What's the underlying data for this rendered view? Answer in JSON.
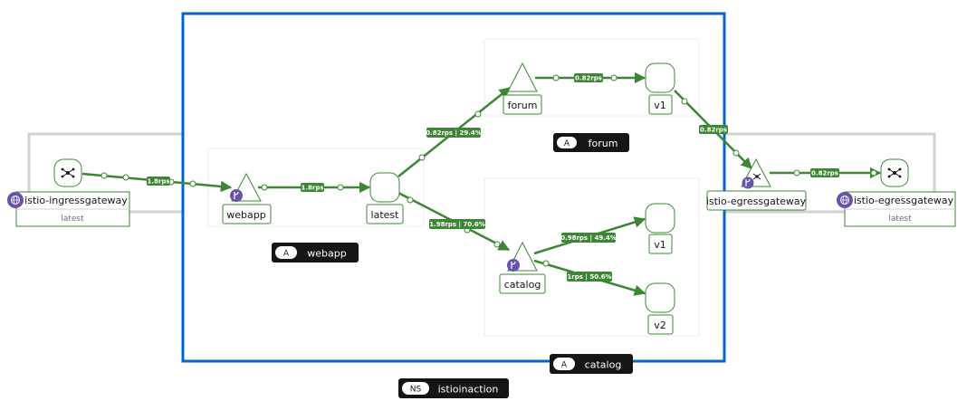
{
  "namespace": {
    "badge": "NS",
    "name": "istioinaction"
  },
  "apps": {
    "webapp": {
      "badge": "A",
      "name": "webapp"
    },
    "forum": {
      "badge": "A",
      "name": "forum"
    },
    "catalog": {
      "badge": "A",
      "name": "catalog"
    }
  },
  "nodes": {
    "ingress": {
      "name": "istio-ingressgateway",
      "version": "latest"
    },
    "egress_left": {
      "name": "istio-egressgateway"
    },
    "egress_right": {
      "name": "istio-egressgateway",
      "version": "latest"
    },
    "webapp_service": {
      "name": "webapp"
    },
    "webapp_latest": {
      "name": "latest"
    },
    "forum_service": {
      "name": "forum"
    },
    "forum_v1": {
      "name": "v1"
    },
    "catalog_service": {
      "name": "catalog"
    },
    "catalog_v1": {
      "name": "v1"
    },
    "catalog_v2": {
      "name": "v2"
    }
  },
  "edges": {
    "ingress_to_webapp": "1.8rps",
    "webapp_to_latest": "1.8rps",
    "latest_to_forum": "0.82rps | 29.4%",
    "forum_to_v1": "0.82rps",
    "v1_to_egress": "0.82rps",
    "egress_to_egress": "0.82rps",
    "latest_to_catalog": "1.98rps | 70.6%",
    "catalog_to_v1": "0.98rps | 49.4%",
    "catalog_to_v2": "1rps | 50.6%"
  },
  "colors": {
    "healthy": "#3e8635",
    "namespace_box": "#0066cc",
    "app_label_bg": "#151515",
    "service_entry_badge": "#6753ac"
  }
}
